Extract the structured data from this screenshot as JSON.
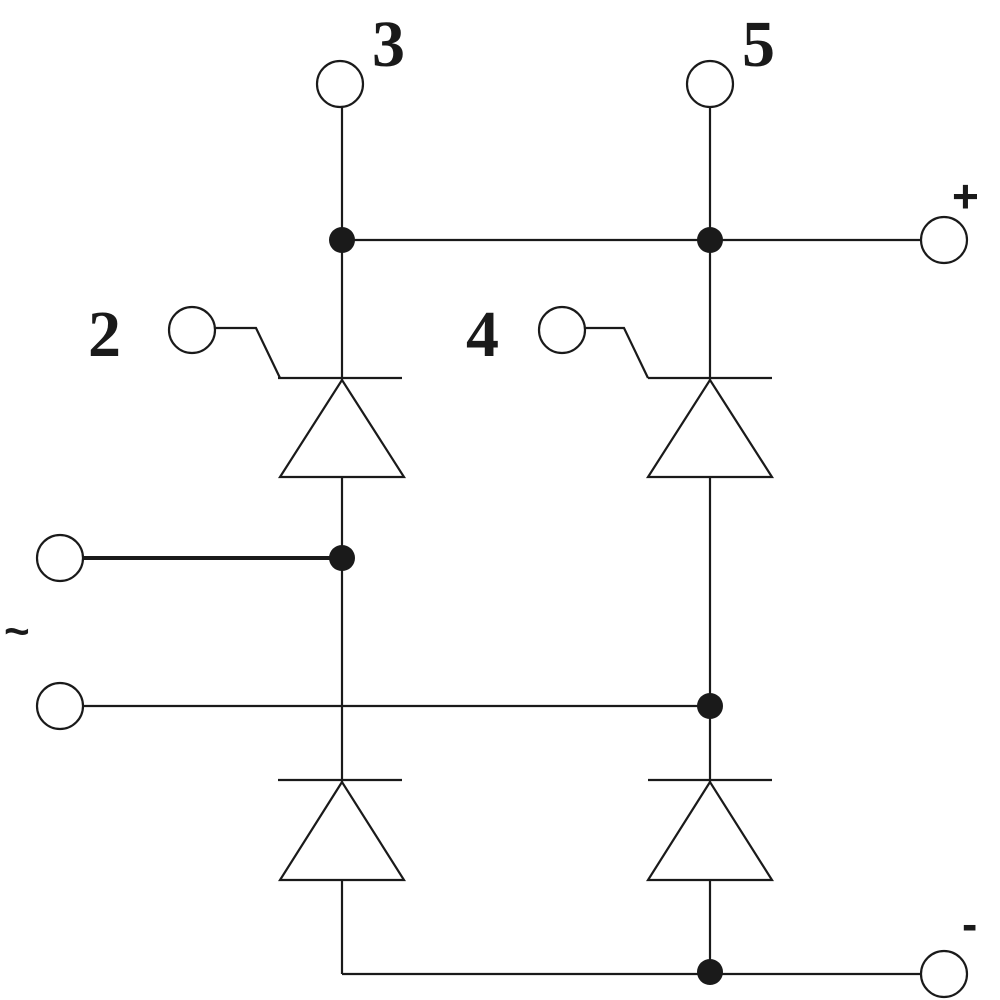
{
  "labels": {
    "terminal_3": "3",
    "terminal_5": "5",
    "terminal_2": "2",
    "terminal_4": "4",
    "plus": "+",
    "minus": "-",
    "ac": "~"
  },
  "colors": {
    "line": "#1a1a1a",
    "background": "#ffffff"
  }
}
